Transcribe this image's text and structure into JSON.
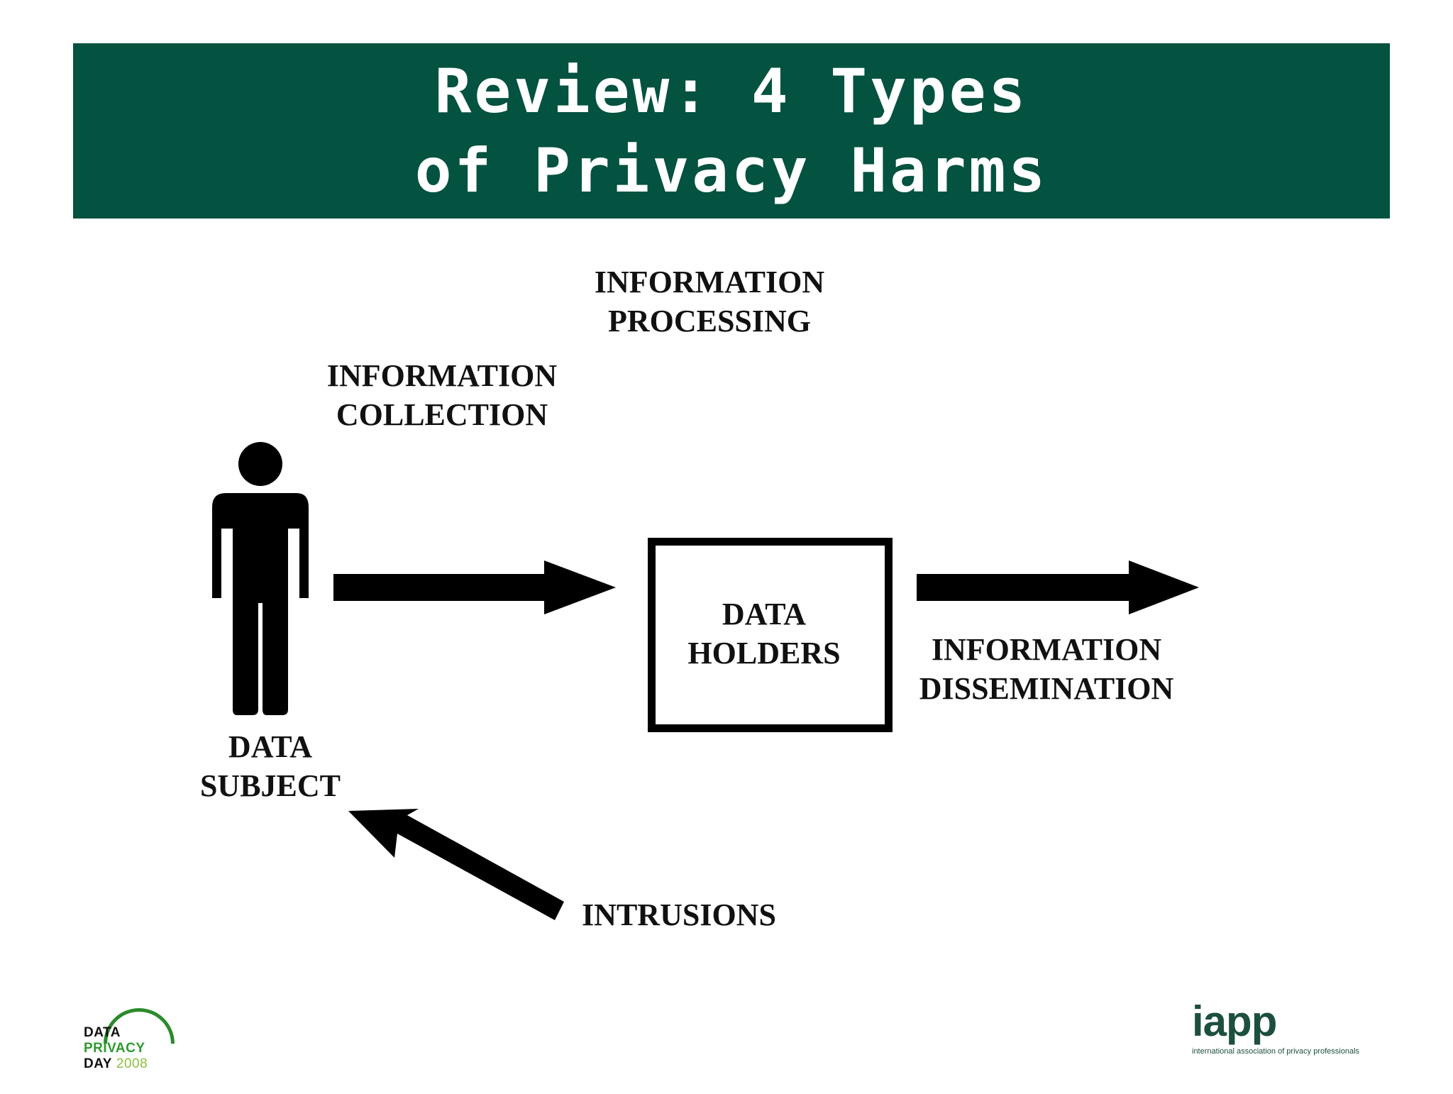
{
  "slide": {
    "title_lines": [
      "Review: 4 Types",
      "of Privacy Harms"
    ]
  },
  "diagram": {
    "processing": [
      "INFORMATION",
      "PROCESSING"
    ],
    "collection": [
      "INFORMATION",
      "COLLECTION"
    ],
    "data_holders": [
      "DATA",
      "HOLDERS"
    ],
    "dissemination": [
      "INFORMATION",
      "DISSEMINATION"
    ],
    "data_subject": [
      "DATA",
      "SUBJECT"
    ],
    "intrusions": "INTRUSIONS"
  },
  "logos": {
    "left": {
      "line1": "DATA",
      "line2": "PRIVACY",
      "line3": "DAY",
      "year": "2008"
    },
    "right": {
      "mark": "iapp",
      "tagline": "international association of privacy professionals"
    }
  },
  "colors": {
    "title_bar": "#045240",
    "title_text": "#ffffff",
    "diagram_ink": "#000000",
    "label_text": "#111111"
  }
}
